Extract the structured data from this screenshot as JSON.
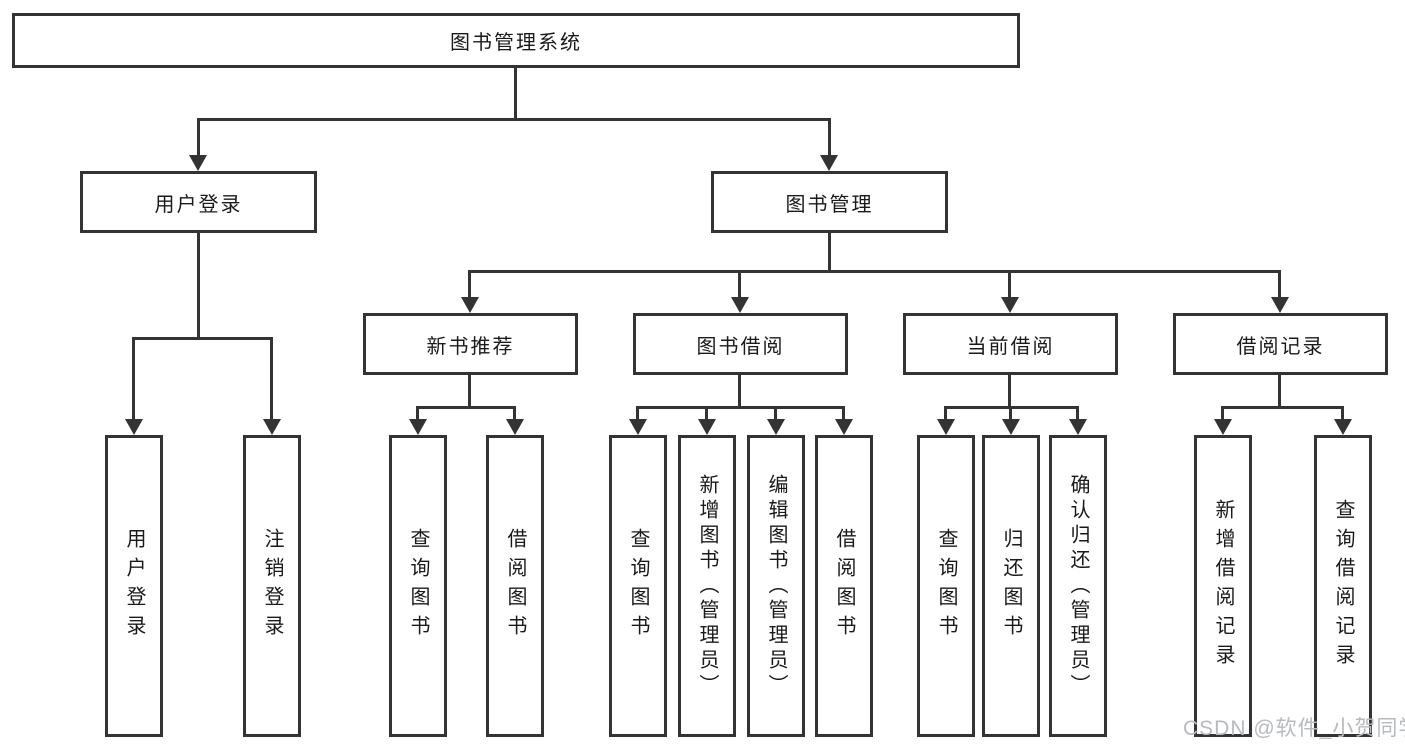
{
  "diagram": {
    "root": {
      "label": "图书管理系统"
    },
    "level2": [
      {
        "label": "用户登录"
      },
      {
        "label": "图书管理"
      }
    ],
    "level3": [
      {
        "label": "新书推荐"
      },
      {
        "label": "图书借阅"
      },
      {
        "label": "当前借阅"
      },
      {
        "label": "借阅记录"
      }
    ],
    "leaves": {
      "user_login": [
        "用户登录",
        "注销登录"
      ],
      "new_book": [
        "查询图书",
        "借阅图书"
      ],
      "book_borrow": [
        "查询图书",
        "新增图书（管理员）",
        "编辑图书（管理员）",
        "借阅图书"
      ],
      "current_borrow": [
        "查询图书",
        "归还图书",
        "确认归还（管理员）"
      ],
      "borrow_record": [
        "新增借阅记录",
        "查询借阅记录"
      ]
    }
  },
  "watermark": {
    "text": "CSDN @软件_小贺同学",
    "color": "#b7babe"
  },
  "colors": {
    "line": "#333333",
    "box_border": "#333333",
    "text": "#1a1a1a",
    "background": "#ffffff"
  }
}
